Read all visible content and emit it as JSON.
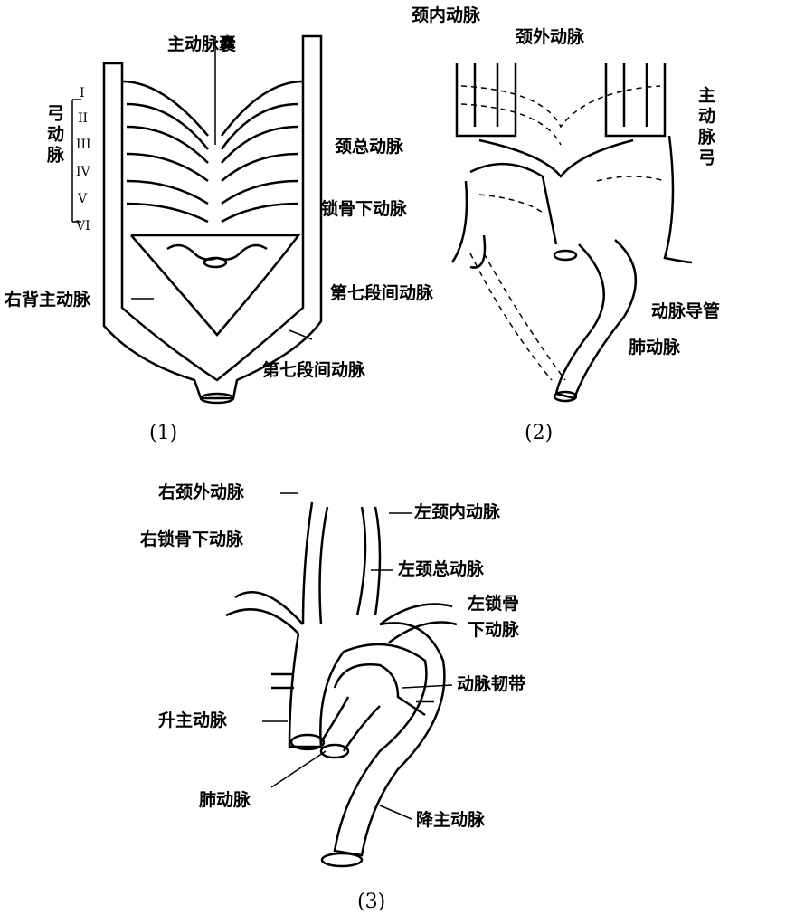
{
  "panel1": {
    "caption": "(1)",
    "aortic_sac": "主动脉囊",
    "arch_arteries": "弓动脉",
    "numerals": [
      "I",
      "II",
      "III",
      "IV",
      "V",
      "VI"
    ],
    "right_dorsal_aorta": "右背主动脉",
    "seventh_intersegmental": "第七段间动脉"
  },
  "panel2": {
    "caption": "(2)",
    "internal_carotid": "颈内动脉",
    "external_carotid": "颈外动脉",
    "aortic_arch": "主动脉弓",
    "common_carotid": "颈总动脉",
    "subclavian": "锁骨下动脉",
    "seventh_intersegmental": "第七段间动脉",
    "ductus_arteriosus": "动脉导管",
    "pulmonary": "肺动脉"
  },
  "panel3": {
    "caption": "(3)",
    "right_external_carotid": "右颈外动脉",
    "left_internal_carotid": "左颈内动脉",
    "right_subclavian": "右锁骨下动脉",
    "left_common_carotid": "左颈总动脉",
    "left_subclavian_1": "左锁骨",
    "left_subclavian_2": "下动脉",
    "ligamentum_arteriosum": "动脉韧带",
    "ascending_aorta": "升主动脉",
    "pulmonary": "肺动脉",
    "descending_aorta": "降主动脉"
  }
}
